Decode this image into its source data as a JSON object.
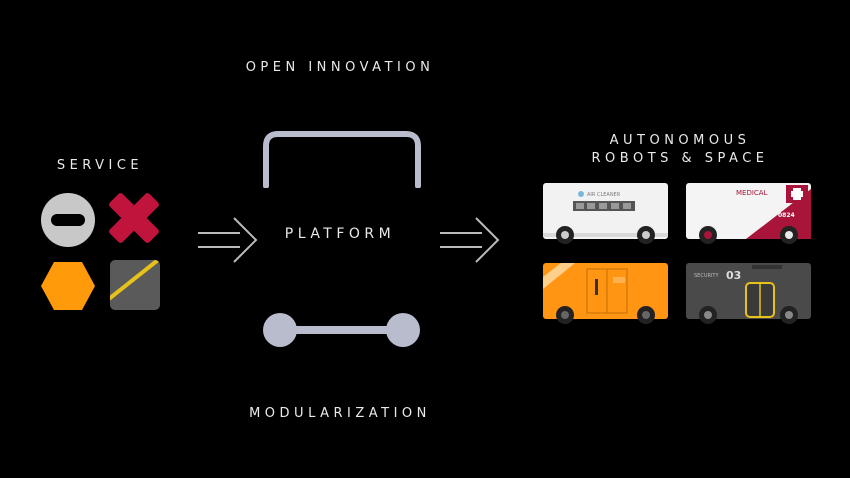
{
  "labels": {
    "open_innovation": "OPEN INNOVATION",
    "platform": "PLATFORM",
    "modularization": "MODULARIZATION",
    "service": "SERVICE",
    "autonomous_line1": "AUTONOMOUS",
    "autonomous_line2": "ROBOTS & SPACE"
  },
  "vehicles": {
    "air_cleaner_text": "AIR CLEANER",
    "medical_text": "MEDICAL",
    "medical_number": "0824",
    "security_text": "SECURITY",
    "security_number": "03"
  },
  "colors": {
    "background": "#000000",
    "platform_shape": "#b9bccc",
    "service_circle": "#c8c8c8",
    "service_cross": "#c0143c",
    "service_hexagon": "#ff9a0a",
    "service_square": "#5a5a5a",
    "service_stripe": "#e6c21a",
    "medical_red": "#a8143a",
    "delivery_orange": "#ff9512",
    "security_grey": "#4a4a4a"
  },
  "icons": [
    "minus-circle-icon",
    "cross-icon",
    "hexagon-icon",
    "striped-square-icon",
    "double-arrow-icon"
  ]
}
